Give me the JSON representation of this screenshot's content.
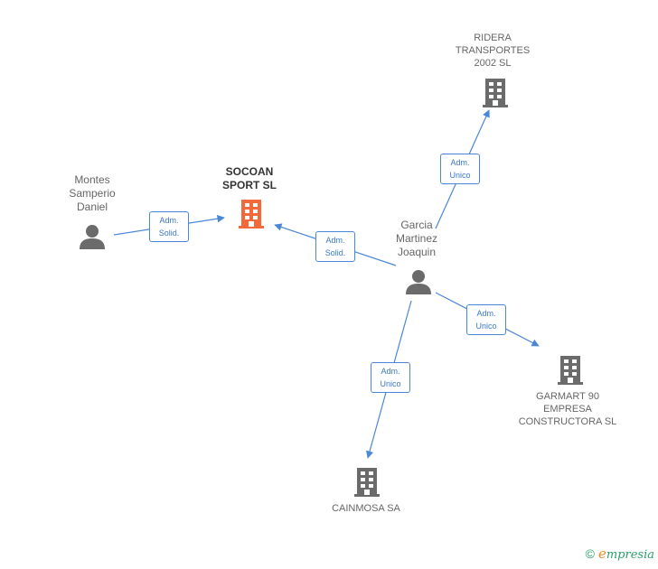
{
  "nodes": {
    "socoan": {
      "name": "SOCOAN\nSPORT SL",
      "type": "company",
      "highlight": true,
      "color": "#f26a3c"
    },
    "montes": {
      "name": "Montes\nSamperio\nDaniel",
      "type": "person"
    },
    "garcia": {
      "name": "Garcia\nMartinez\nJoaquin",
      "type": "person"
    },
    "ridera": {
      "name": "RIDERA\nTRANSPORTES\n2002 SL",
      "type": "company"
    },
    "garmart": {
      "name": "GARMART 90\nEMPRESA\nCONSTRUCTORA SL",
      "type": "company"
    },
    "cainmosa": {
      "name": "CAINMOSA SA",
      "type": "company"
    }
  },
  "edges": [
    {
      "id": "montes-socoan",
      "from": "montes",
      "to": "socoan",
      "label": "Adm.\nSolid."
    },
    {
      "id": "garcia-socoan",
      "from": "garcia",
      "to": "socoan",
      "label": "Adm.\nSolid."
    },
    {
      "id": "garcia-ridera",
      "from": "garcia",
      "to": "ridera",
      "label": "Adm.\nUnico"
    },
    {
      "id": "garcia-garmart",
      "from": "garcia",
      "to": "garmart",
      "label": "Adm.\nUnico"
    },
    {
      "id": "garcia-cainmosa",
      "from": "garcia",
      "to": "cainmosa",
      "label": "Adm.\nUnico"
    }
  ],
  "colors": {
    "edge": "#4a87d6",
    "icon": "#6b6b6b",
    "highlight": "#f26a3c"
  },
  "brand": {
    "copyright": "©",
    "initial": "e",
    "name": "mpresia"
  }
}
